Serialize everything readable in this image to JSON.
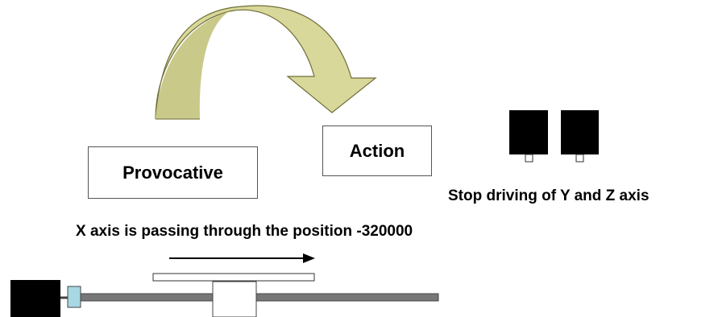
{
  "labels": {
    "provocative": "Provocative",
    "action": "Action",
    "stop_caption": "Stop driving of Y and Z axis",
    "x_axis_caption": "X axis is passing through the position -320000"
  },
  "colors": {
    "curved_arrow_fill": "#d8d89a",
    "curved_arrow_edge": "#6e6e3a",
    "motor_body": "#000000",
    "coupler": "#a8d8e4",
    "rail": "#777777",
    "carriage": "#ffffff"
  }
}
